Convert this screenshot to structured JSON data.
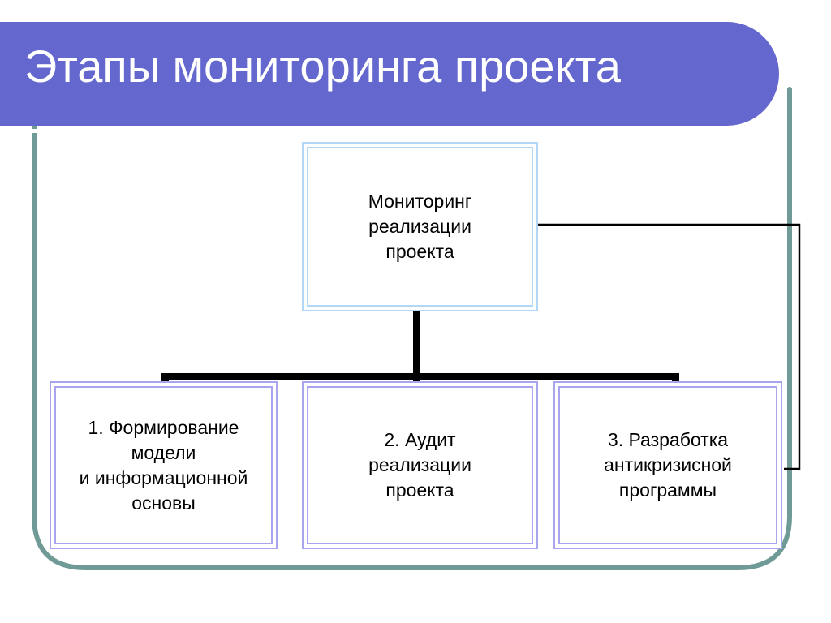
{
  "slide": {
    "title": "Этапы мониторинга проекта",
    "background_color": "#ffffff"
  },
  "theme": {
    "banner_purple": "#6367ce",
    "title_text_color": "#ffffff",
    "frame_teal": "#6f9a95",
    "top_box_border": "#b2d7f7",
    "stage_box_border": "#a9a4ee",
    "connector_black": "#000000"
  },
  "diagram": {
    "type": "org-chart",
    "root": {
      "id": "monitoring-root",
      "label": "Мониторинг\nреализации\nпроекта",
      "border_color": "#b2d7f7"
    },
    "stages": [
      {
        "id": "stage-1",
        "number": "1.",
        "label": "1.  Формирование\nмодели\nи информационной\nосновы",
        "border_color": "#a9a4ee"
      },
      {
        "id": "stage-2",
        "number": "2.",
        "label": "2. Аудит\nреализации\nпроекта",
        "border_color": "#a9a4ee"
      },
      {
        "id": "stage-3",
        "number": "3.",
        "label": "3. Разработка\nантикризисной\nпрограммы",
        "border_color": "#a9a4ee"
      }
    ],
    "connectors": [
      {
        "id": "root-to-stages",
        "style": "thick-black-elbow"
      },
      {
        "id": "stage-3-feedback-to-root",
        "style": "thin-black-loop"
      }
    ]
  }
}
